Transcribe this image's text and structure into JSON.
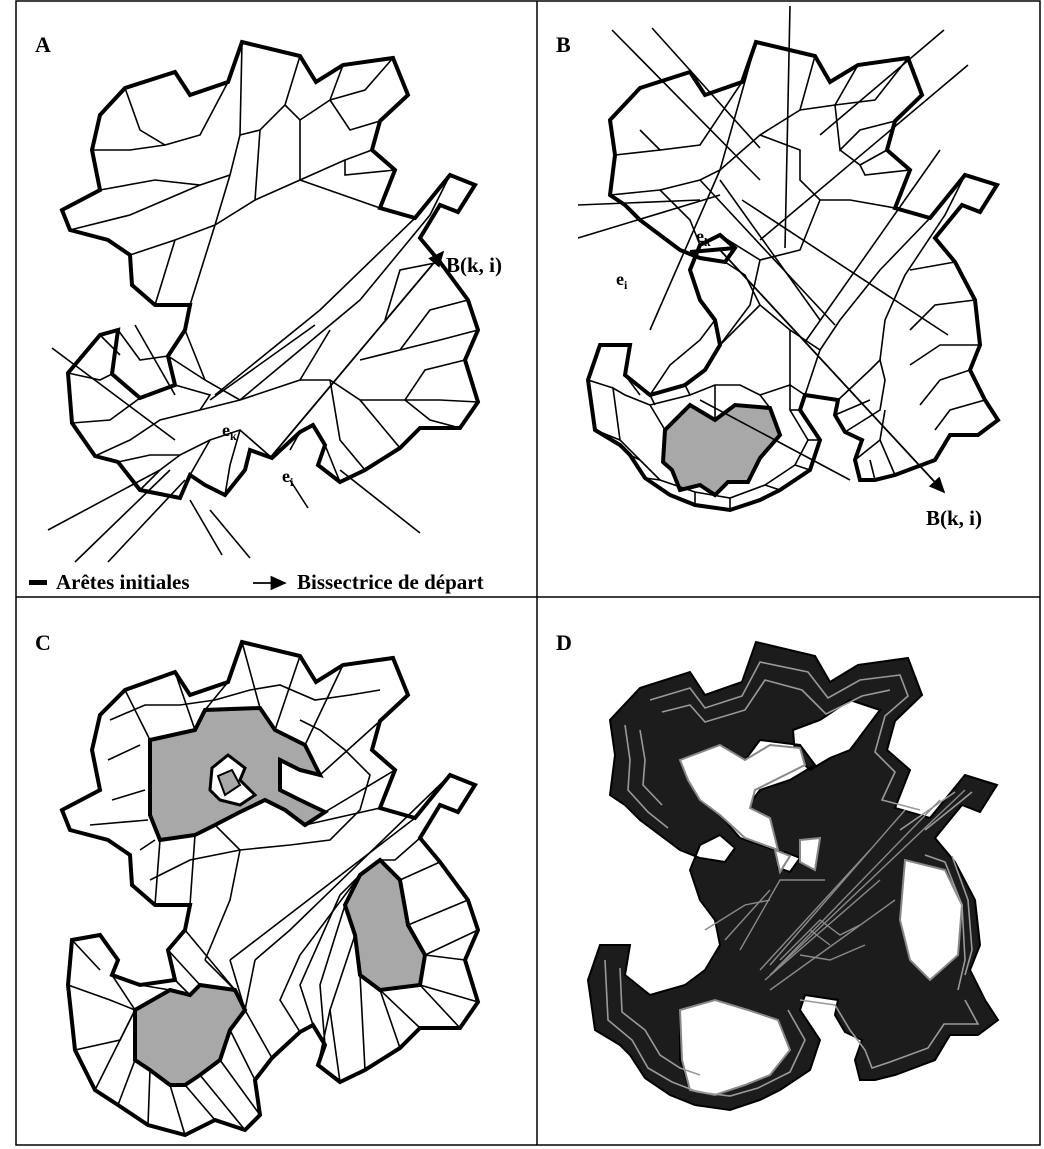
{
  "panels": [
    {
      "label": "A",
      "annotations": {
        "bisector": "B(k, i)",
        "ek": "e",
        "ek_sub": "k",
        "ei": "e",
        "ei_sub": "i"
      }
    },
    {
      "label": "B",
      "annotations": {
        "bisector": "B(k, i)",
        "ek": "e",
        "ek_sub": "k",
        "ei": "e",
        "ei_sub": "i"
      }
    },
    {
      "label": "C"
    },
    {
      "label": "D"
    }
  ],
  "legend": {
    "initial_edges": "Arêtes initiales",
    "start_bisector": "Bissectrice de départ"
  },
  "colors": {
    "outline": "#000000",
    "skeleton": "#000000",
    "shaded_region": "#a8a8a8",
    "offset_fill": "#1c1c1c",
    "offset_lines": "#9a9a9a"
  }
}
